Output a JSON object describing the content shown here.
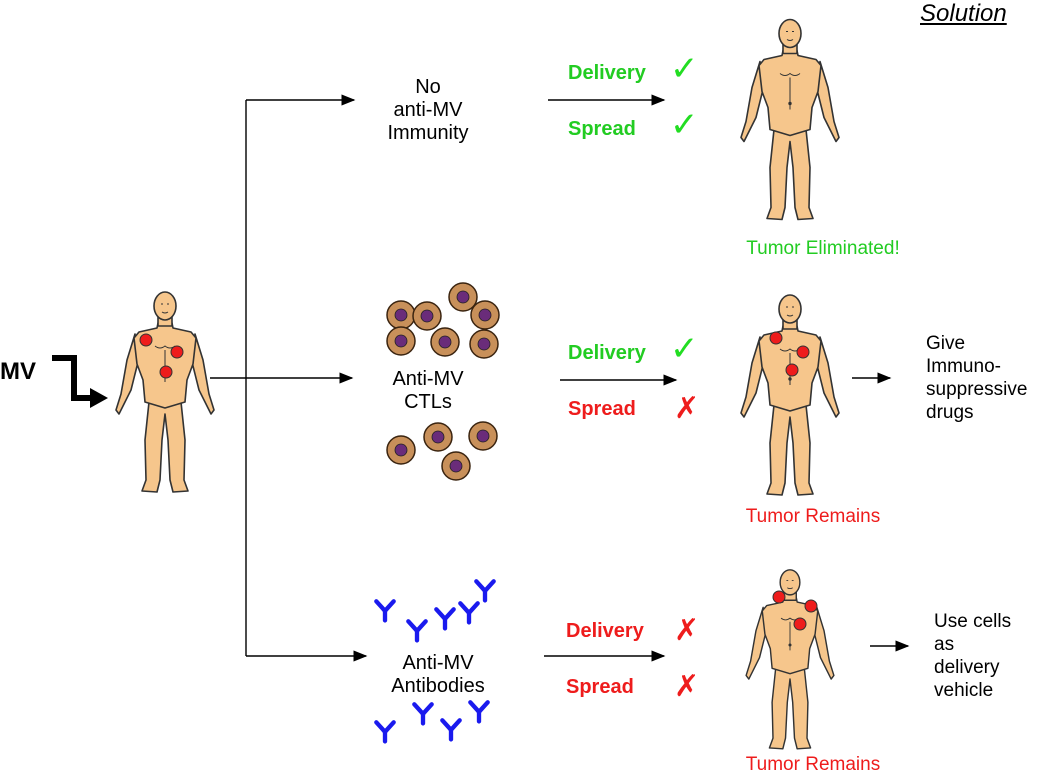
{
  "header": {
    "solution_label": "Solution"
  },
  "input": {
    "label": "MV"
  },
  "branches": [
    {
      "condition": [
        "No",
        "anti-MV",
        "Immunity"
      ],
      "delivery": {
        "label": "Delivery",
        "status": "ok"
      },
      "spread": {
        "label": "Spread",
        "status": "ok"
      },
      "outcome": {
        "label": "Tumor Eliminated!",
        "status": "ok"
      }
    },
    {
      "condition": [
        "Anti-MV",
        "CTLs"
      ],
      "delivery": {
        "label": "Delivery",
        "status": "ok"
      },
      "spread": {
        "label": "Spread",
        "status": "bad"
      },
      "outcome": {
        "label": "Tumor Remains",
        "status": "bad"
      },
      "solution": [
        "Give",
        "Immuno-",
        "suppressive",
        "drugs"
      ]
    },
    {
      "condition": [
        "Anti-MV",
        "Antibodies"
      ],
      "delivery": {
        "label": "Delivery",
        "status": "bad"
      },
      "spread": {
        "label": "Spread",
        "status": "bad"
      },
      "outcome": {
        "label": "Tumor Remains",
        "status": "bad"
      },
      "solution": [
        "Use cells",
        "as",
        "delivery",
        "vehicle"
      ]
    }
  ],
  "symbols": {
    "ok": "✓",
    "bad": "✗"
  },
  "colors": {
    "skin": "#f6c68c",
    "tumor": "#ee1c1c",
    "cell_body": "#c8905a",
    "cell_nucleus": "#6a2c7a",
    "antibody": "#1a1aee",
    "ok": "#22cc22",
    "bad": "#ee1c1c"
  }
}
